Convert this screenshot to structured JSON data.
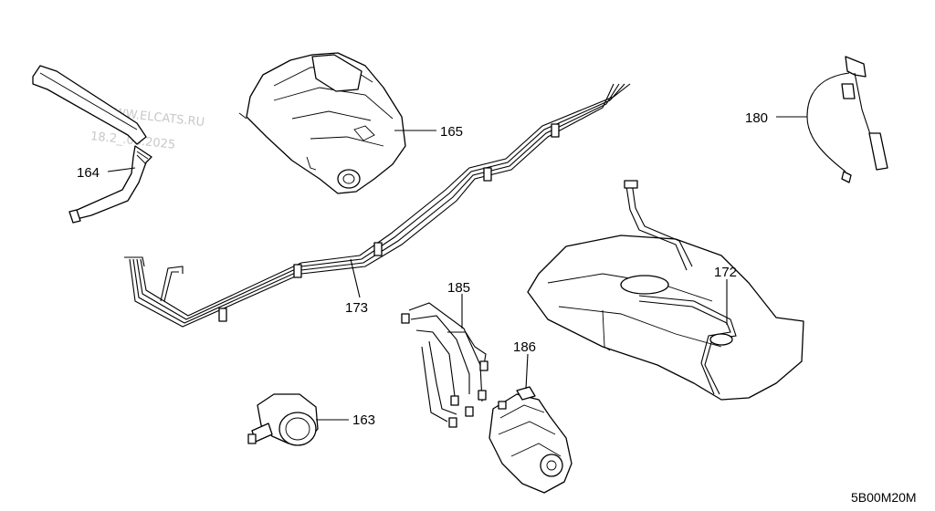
{
  "diagram_code": "5B00M20M",
  "watermark": {
    "line1": "WWW.ELCATS.RU",
    "line2": "18.2_.06.2025"
  },
  "callouts": [
    {
      "id": "164",
      "label": "164"
    },
    {
      "id": "165",
      "label": "165"
    },
    {
      "id": "180",
      "label": "180"
    },
    {
      "id": "172",
      "label": "172"
    },
    {
      "id": "173",
      "label": "173"
    },
    {
      "id": "185",
      "label": "185"
    },
    {
      "id": "186",
      "label": "186"
    },
    {
      "id": "163",
      "label": "163"
    }
  ]
}
